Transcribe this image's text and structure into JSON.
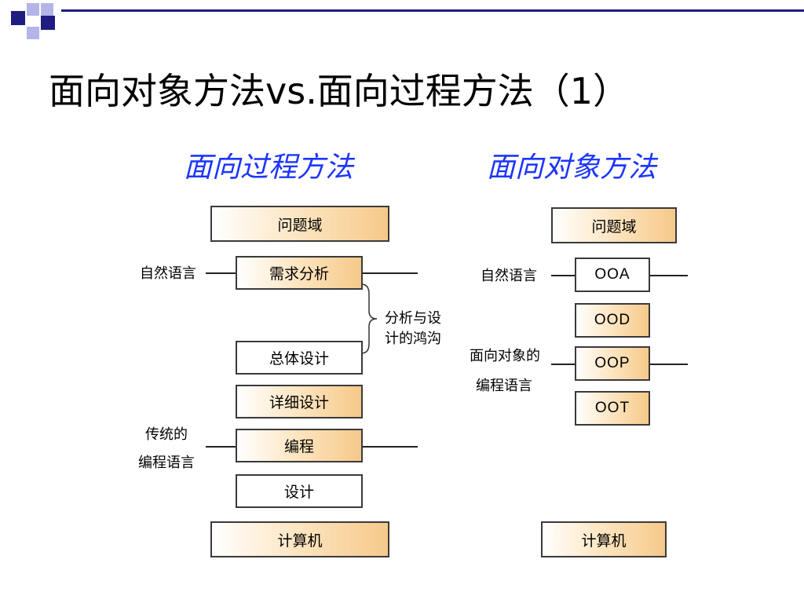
{
  "slide": {
    "title": "面向对象方法vs.面向过程方法（1）",
    "colors": {
      "heading_blue": "#1c35ff",
      "deco_navy": "#1f1c82",
      "deco_light": "#b4b4e8",
      "box_fill_start": "#ffffff",
      "box_fill_end": "#f6c98a",
      "box_border": "#3a3a3a"
    }
  },
  "procedural": {
    "heading": "面向过程方法",
    "steps": {
      "problem_domain": "问题域",
      "requirements_analysis": "需求分析",
      "overall_design": "总体设计",
      "detailed_design": "详细设计",
      "programming": "编程",
      "design": "设计",
      "computer": "计算机"
    },
    "labels": {
      "natural_language": "自然语言",
      "traditional_line1": "传统的",
      "traditional_line2": "编程语言",
      "gap_line1": "分析与设",
      "gap_line2": "计的鸿沟"
    }
  },
  "object_oriented": {
    "heading": "面向对象方法",
    "steps": {
      "problem_domain": "问题域",
      "ooa": "OOA",
      "ood": "OOD",
      "oop": "OOP",
      "oot": "OOT",
      "computer": "计算机"
    },
    "labels": {
      "natural_language": "自然语言",
      "oo_line1": "面向对象的",
      "oo_line2": "编程语言"
    }
  }
}
